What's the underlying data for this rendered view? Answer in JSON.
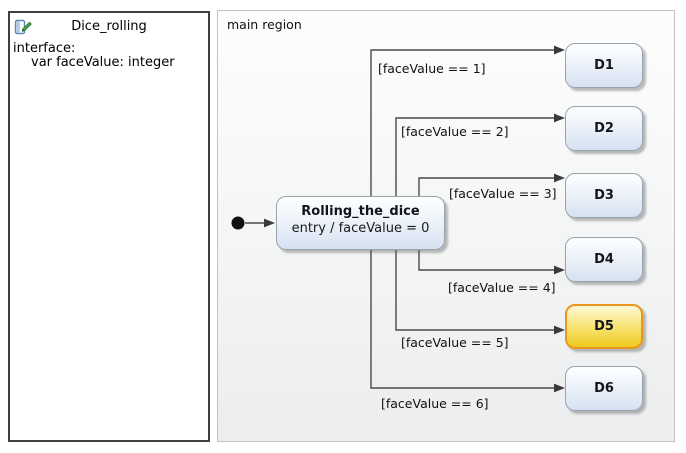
{
  "left_panel": {
    "title": "Dice_rolling",
    "icon": "statechart-definition-icon",
    "interface_label": "interface:",
    "variable_declaration": "var faceValue: integer"
  },
  "diagram": {
    "region_label": "main region",
    "root_state": {
      "name": "Rolling_the_dice",
      "entry_action": "entry / faceValue = 0"
    },
    "states": [
      {
        "name": "D1",
        "highlighted": false
      },
      {
        "name": "D2",
        "highlighted": false
      },
      {
        "name": "D3",
        "highlighted": false
      },
      {
        "name": "D4",
        "highlighted": false
      },
      {
        "name": "D5",
        "highlighted": true
      },
      {
        "name": "D6",
        "highlighted": false
      }
    ],
    "transitions": [
      {
        "guard": "[faceValue == 1]",
        "source": "Rolling_the_dice",
        "target": "D1"
      },
      {
        "guard": "[faceValue == 2]",
        "source": "Rolling_the_dice",
        "target": "D2"
      },
      {
        "guard": "[faceValue == 3]",
        "source": "Rolling_the_dice",
        "target": "D3"
      },
      {
        "guard": "[faceValue == 4]",
        "source": "Rolling_the_dice",
        "target": "D4"
      },
      {
        "guard": "[faceValue == 5]",
        "source": "Rolling_the_dice",
        "target": "D5"
      },
      {
        "guard": "[faceValue == 6]",
        "source": "Rolling_the_dice",
        "target": "D6"
      }
    ],
    "colors": {
      "state_fill_top": "#feffff",
      "state_fill_bottom": "#d6e1f1",
      "state_border": "#99a3ad",
      "highlight_fill_top": "#fdf8d6",
      "highlight_fill_bottom": "#efc81f",
      "highlight_border": "#e8971e",
      "transition_line": "#4a4a4a",
      "initial_state": "#111111"
    }
  }
}
